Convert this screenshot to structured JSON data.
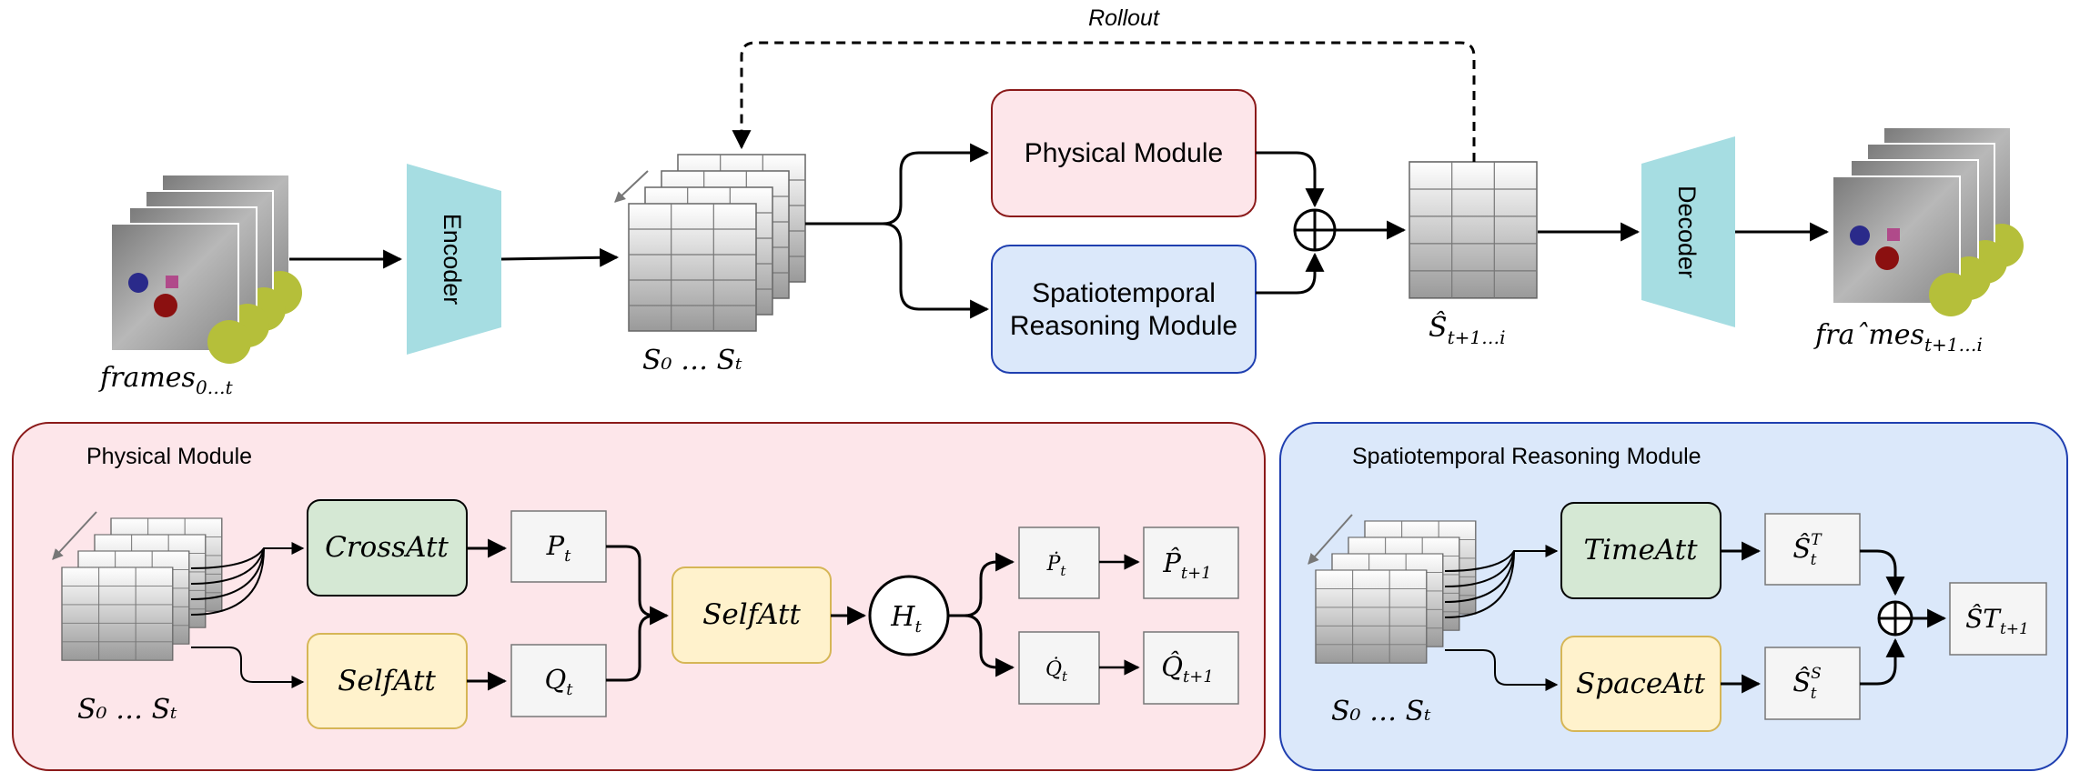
{
  "top": {
    "rollout_label": "Rollout",
    "encoder_label": "Encoder",
    "decoder_label": "Decoder",
    "frames_in_base": "frames",
    "frames_in_sub": "0…t",
    "states_label": "S₀ … Sₜ",
    "physical_module_label": "Physical Module",
    "st_module_line1": "Spatiotemporal",
    "st_module_line2": "Reasoning Module",
    "pred_states_base": "Ŝ",
    "pred_states_sub": "t+1…i",
    "frames_out_base": "fraˆmes",
    "frames_out_sub": "t+1…i"
  },
  "physical_panel": {
    "title": "Physical Module",
    "states_label": "S₀ … Sₜ",
    "cross_att": "CrossAtt",
    "self_att_1": "SelfAtt",
    "self_att_2": "SelfAtt",
    "p_base": "P",
    "p_sub": "t",
    "q_base": "Q",
    "q_sub": "t",
    "h_base": "H",
    "h_sub": "t",
    "p_dot_base": "Ṗ",
    "p_dot_sub": "t",
    "q_dot_base": "Q̇",
    "q_dot_sub": "t",
    "p_hat_base": "P̂",
    "p_hat_sub": "t+1",
    "q_hat_base": "Q̂",
    "q_hat_sub": "t+1"
  },
  "st_panel": {
    "title": "Spatiotemporal Reasoning Module",
    "states_label": "S₀ … Sₜ",
    "time_att": "TimeAtt",
    "space_att": "SpaceAtt",
    "st_t_base": "Ŝ",
    "st_t_sup": "T",
    "st_t_sub": "t",
    "st_s_base": "Ŝ",
    "st_s_sup": "S",
    "st_s_sub": "t",
    "out_base": "ŜT",
    "out_sub": "t+1"
  },
  "colors": {
    "encoder_fill": "#a6dde2",
    "physical_fill": "#fde6ea",
    "physical_stroke": "#8b1a1a",
    "st_fill": "#dbe8fa",
    "st_stroke": "#1f3fb0",
    "cross_att_fill": "#d5e8d4",
    "self_att_fill": "#fff2cc",
    "self_att_stroke": "#d6b656",
    "plain_box_fill": "#f5f5f5"
  }
}
